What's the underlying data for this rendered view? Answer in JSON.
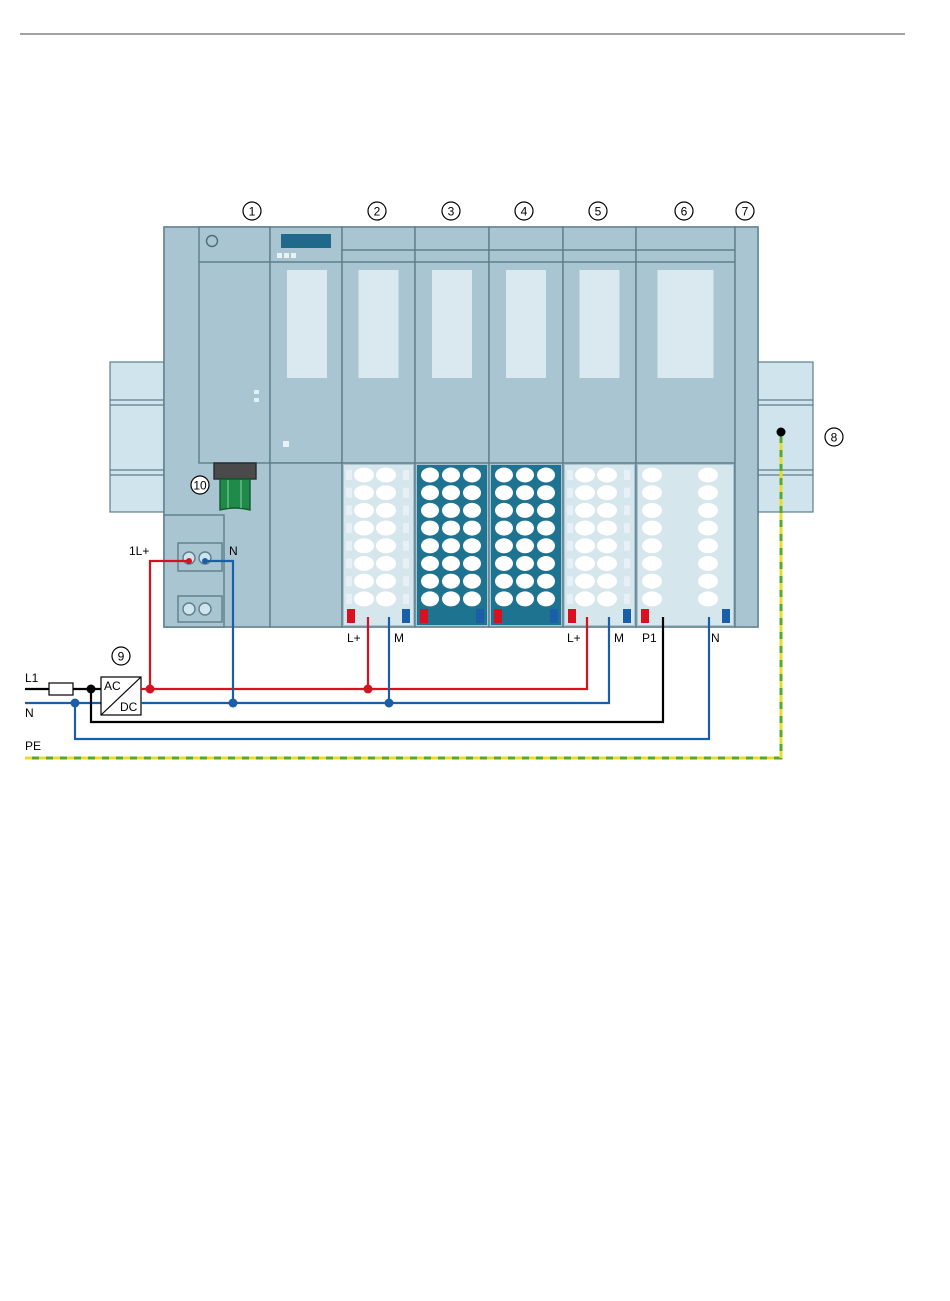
{
  "callouts": {
    "c1": "1",
    "c2": "2",
    "c3": "3",
    "c4": "4",
    "c5": "5",
    "c6": "6",
    "c7": "7",
    "c8": "8",
    "c9": "9",
    "c10": "10"
  },
  "labels": {
    "l1": "L1",
    "n_supply": "N",
    "pe": "PE",
    "one_l_plus": "1L+",
    "n_interface": "N",
    "l_plus_module2": "L+",
    "m_module2": "M",
    "l_plus_module5": "L+",
    "m_module5": "M",
    "p1": "P1",
    "n_module6": "N",
    "psu_ac": "AC",
    "psu_dc": "DC"
  },
  "colors": {
    "module_body": "#a9c5d2",
    "module_border": "#5c7e8c",
    "rail": "#cfe4ec",
    "wire_l_plus": "#d8101f",
    "wire_m_n": "#1a5ea8",
    "wire_p1": "#000000",
    "pe_green": "#58a72f",
    "pe_yellow": "#e8dc2a",
    "display": "#1f6a8a"
  }
}
